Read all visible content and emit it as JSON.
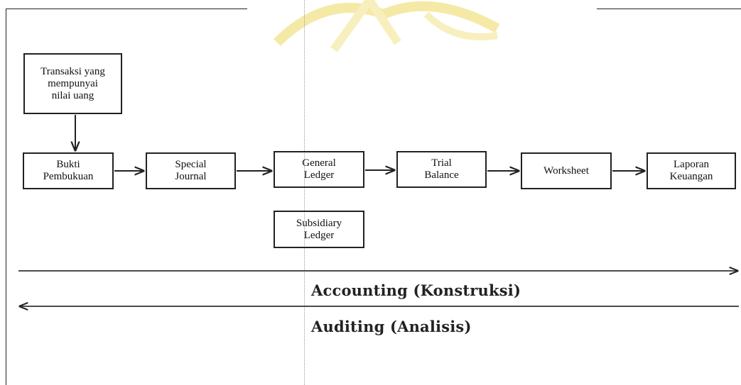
{
  "boxes": {
    "transaction": "Transaksi yang\nmempunyai\nnilai uang",
    "bukti": "Bukti\nPembukuan",
    "special_journal": "Special\nJournal",
    "general_ledger": "General\nLedger",
    "trial_balance": "Trial\nBalance",
    "worksheet": "Worksheet",
    "laporan": "Laporan\nKeuangan",
    "subsidiary": "Subsidiary\nLedger"
  },
  "timeline": {
    "accounting": "Accounting (Konstruksi)",
    "auditing": "Auditing (Analisis)"
  },
  "colors": {
    "line": "#222222",
    "watermark": "#f5e9a6"
  }
}
